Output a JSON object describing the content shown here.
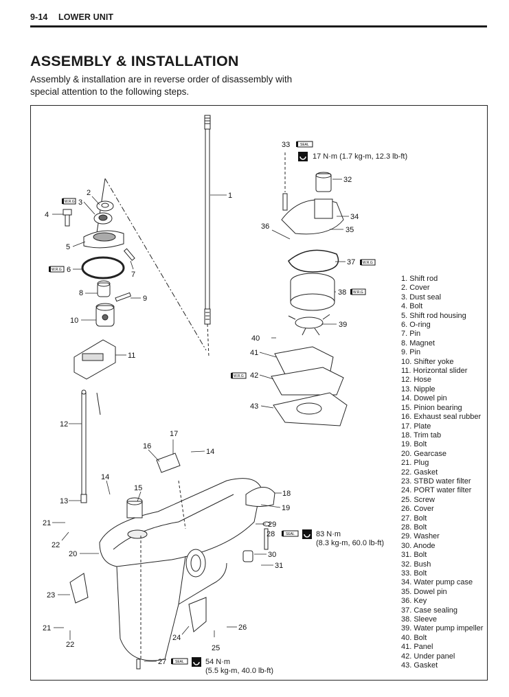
{
  "header": {
    "section": "9-14",
    "chapter": "LOWER UNIT"
  },
  "page_title": "ASSEMBLY & INSTALLATION",
  "intro_lines": [
    "Assembly & installation are in reverse order of disassembly with",
    "special attention to the following steps."
  ],
  "badges": {
    "wrg": "W.R.G",
    "seal": "SEAL"
  },
  "torque": {
    "t33": "17 N·m (1.7 kg-m, 12.3 lb-ft)",
    "t28_line1": "83 N·m",
    "t28_line2": "(8.3 kg-m, 60.0 lb-ft)",
    "t27_line1": "54 N·m",
    "t27_line2": "(5.5 kg-m, 40.0 lb-ft)"
  },
  "callouts": [
    "1",
    "2",
    "3",
    "4",
    "5",
    "6",
    "7",
    "8",
    "9",
    "10",
    "11",
    "12",
    "13",
    "14",
    "14",
    "15",
    "16",
    "17",
    "18",
    "19",
    "20",
    "21",
    "21",
    "22",
    "22",
    "23",
    "24",
    "25",
    "26",
    "27",
    "28",
    "29",
    "30",
    "31",
    "32",
    "33",
    "34",
    "35",
    "36",
    "37",
    "38",
    "39",
    "40",
    "41",
    "42",
    "43"
  ],
  "parts": [
    "1. Shift rod",
    "2. Cover",
    "3. Dust seal",
    "4. Bolt",
    "5. Shift rod housing",
    "6. O-ring",
    "7. Pin",
    "8. Magnet",
    "9. Pin",
    "10. Shifter yoke",
    "11. Horizontal slider",
    "12. Hose",
    "13. Nipple",
    "14. Dowel pin",
    "15. Pinion bearing",
    "16. Exhaust seal rubber",
    "17. Plate",
    "18. Trim tab",
    "19. Bolt",
    "20. Gearcase",
    "21. Plug",
    "22. Gasket",
    "23. STBD water filter",
    "24. PORT water filter",
    "25. Screw",
    "26. Cover",
    "27. Bolt",
    "28. Bolt",
    "29. Washer",
    "30. Anode",
    "31. Bolt",
    "32. Bush",
    "33. Bolt",
    "34. Water pump case",
    "35. Dowel pin",
    "36. Key",
    "37. Case sealing",
    "38. Sleeve",
    "39. Water pump impeller",
    "40. Bolt",
    "41. Panel",
    "42. Under panel",
    "43. Gasket"
  ]
}
